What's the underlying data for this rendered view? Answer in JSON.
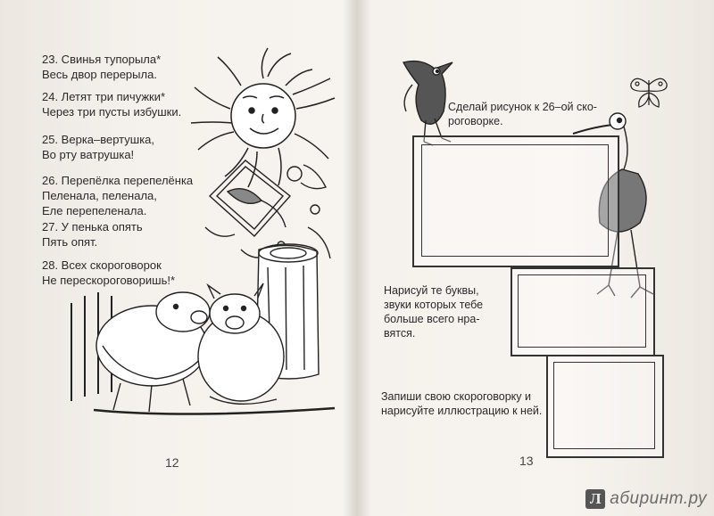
{
  "left_page": {
    "poems": [
      {
        "lines": [
          "23. Свинья тупорыла*",
          "Весь двор перерыла."
        ]
      },
      {
        "lines": [
          "24. Летят три пичужки*",
          "Через три пусты избушки."
        ]
      },
      {
        "lines": [
          "25. Верка–вертушка,",
          "Во рту ватрушка!"
        ]
      },
      {
        "lines": [
          "26. Перепёлка перепелёнка",
          "Пеленала, пеленала,",
          "Еле перепеленала."
        ]
      },
      {
        "lines": [
          "27. У пенька опять",
          "Пять опят."
        ]
      },
      {
        "lines": [
          "28. Всех скороговорок",
          "Не перескороговоришь!*"
        ]
      }
    ],
    "page_number": "12"
  },
  "right_page": {
    "task1": {
      "lines": [
        "Сделай рисунок к 26–ой ско-",
        "роговорке."
      ]
    },
    "task2": {
      "lines": [
        "Нарисуй те буквы,",
        "звуки которых тебе",
        "больше всего нра-",
        "вятся."
      ]
    },
    "task3": {
      "lines": [
        "Запиши свою скороговорку и",
        "нарисуйте иллюстрацию к ней."
      ]
    },
    "page_number": "13"
  },
  "watermark": {
    "logo_letter": "Л",
    "text": "абиринт.ру"
  }
}
